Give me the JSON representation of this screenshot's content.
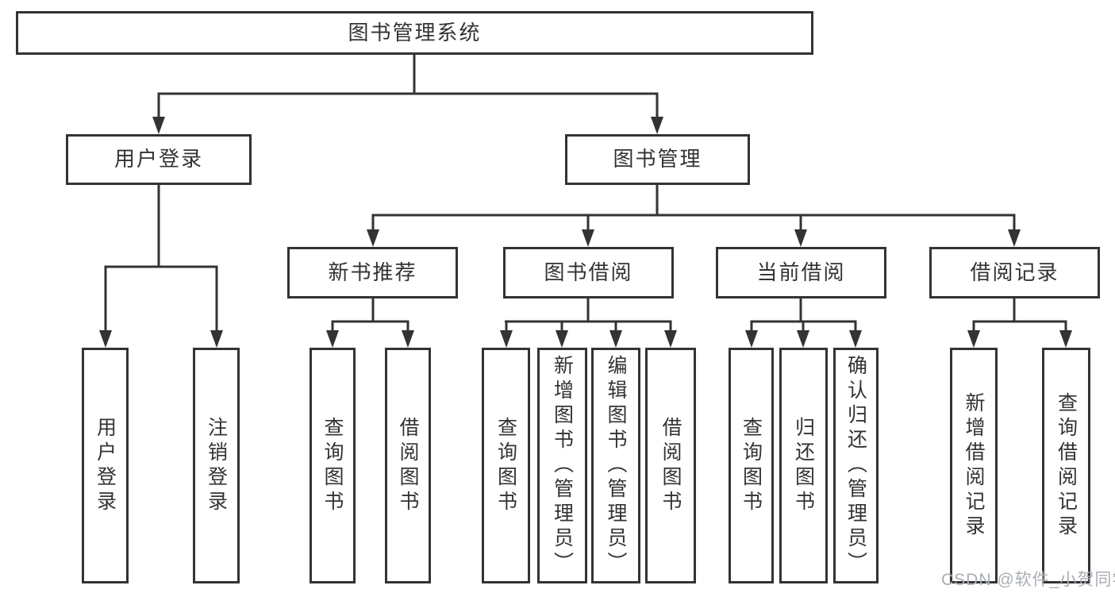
{
  "diagram": {
    "root": {
      "label": "图书管理系统"
    },
    "branches": [
      {
        "label": "用户登录",
        "children": [
          {
            "label": "用户登录"
          },
          {
            "label": "注销登录"
          }
        ]
      },
      {
        "label": "图书管理",
        "children": [
          {
            "label": "新书推荐",
            "children": [
              {
                "label": "查询图书"
              },
              {
                "label": "借阅图书"
              }
            ]
          },
          {
            "label": "图书借阅",
            "children": [
              {
                "label": "查询图书"
              },
              {
                "label": "新增图书（管理员）"
              },
              {
                "label": "编辑图书（管理员）"
              },
              {
                "label": "借阅图书"
              }
            ]
          },
          {
            "label": "当前借阅",
            "children": [
              {
                "label": "查询图书"
              },
              {
                "label": "归还图书"
              },
              {
                "label": "确认归还（管理员）"
              }
            ]
          },
          {
            "label": "借阅记录",
            "children": [
              {
                "label": "新增借阅记录"
              },
              {
                "label": "查询借阅记录"
              }
            ]
          }
        ]
      }
    ]
  },
  "watermark": {
    "text": "CSDN @软件_小贺同学"
  },
  "colors": {
    "line": "#333333",
    "text": "#333333",
    "box_background": "#ffffff",
    "watermark_text": "#a9aeb5"
  }
}
